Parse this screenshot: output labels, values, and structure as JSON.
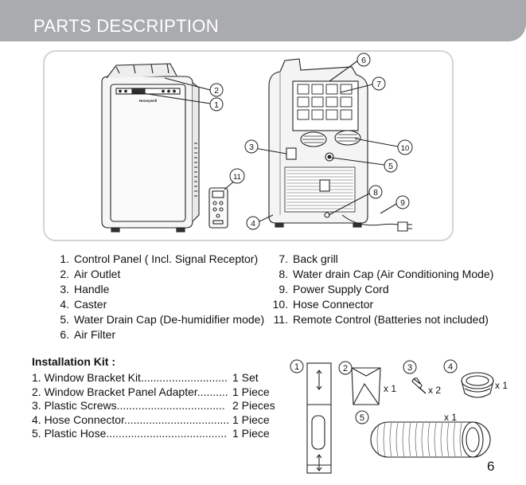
{
  "header": {
    "title": "PARTS DESCRIPTION"
  },
  "diagram": {
    "brand_text": "Honeywell",
    "callouts": [
      "1",
      "2",
      "3",
      "4",
      "5",
      "6",
      "7",
      "8",
      "9",
      "10",
      "11"
    ]
  },
  "parts": {
    "left": [
      {
        "num": "1.",
        "label": "Control Panel ( Incl. Signal Receptor)"
      },
      {
        "num": "2.",
        "label": "Air Outlet"
      },
      {
        "num": "3.",
        "label": "Handle"
      },
      {
        "num": "4.",
        "label": "Caster"
      },
      {
        "num": "5.",
        "label": "Water Drain Cap (De-humidifier mode)"
      },
      {
        "num": "6.",
        "label": "Air Filter"
      }
    ],
    "right": [
      {
        "num": "7.",
        "label": "Back grill"
      },
      {
        "num": "8.",
        "label": "Water drain Cap (Air Conditioning Mode)"
      },
      {
        "num": "9.",
        "label": "Power Supply Cord"
      },
      {
        "num": "10.",
        "label": "Hose Connector"
      },
      {
        "num": "11.",
        "label": "Remote Control (Batteries not included)"
      }
    ]
  },
  "installation_kit": {
    "title": "Installation Kit :",
    "items": [
      {
        "name": "1. Window Bracket Kit............................",
        "qty": "1 Set"
      },
      {
        "name": "2. Window Bracket Panel Adapter..........",
        "qty": "1 Piece"
      },
      {
        "name": "3. Plastic Screws...................................",
        "qty": "2 Pieces"
      },
      {
        "name": "4. Hose Connector..................................",
        "qty": "1 Piece"
      },
      {
        "name": "5. Plastic Hose.......................................",
        "qty": "1 Piece"
      }
    ],
    "callouts": [
      "1",
      "2",
      "3",
      "4",
      "5"
    ],
    "quantities": {
      "adapter": "x 1",
      "screws": "x 2",
      "connector": "x 1",
      "hose": "x 1"
    }
  },
  "page_number": "6"
}
